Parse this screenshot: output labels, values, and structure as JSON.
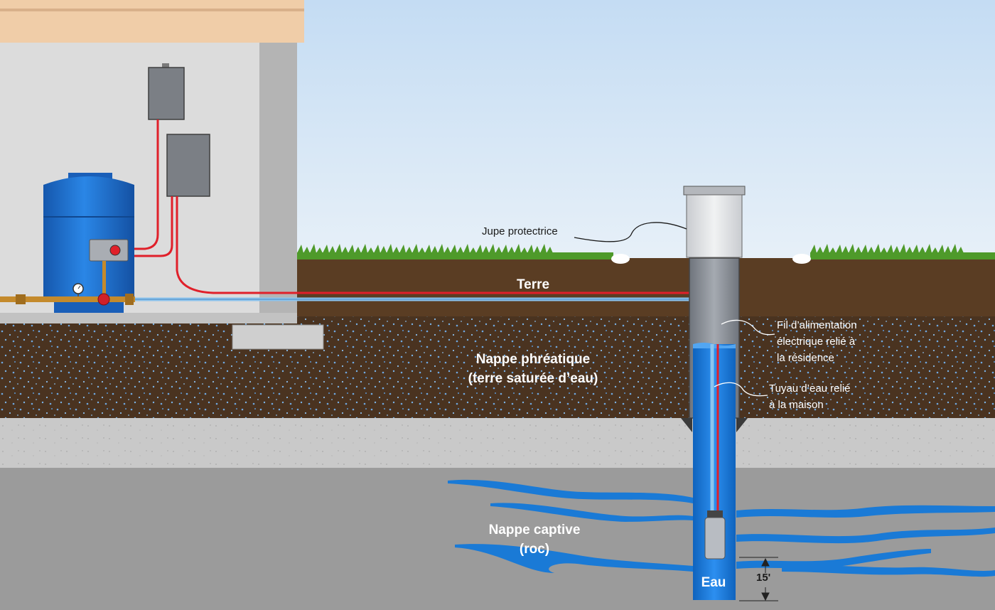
{
  "labels": {
    "jupe": "Jupe protectrice",
    "terre": "Terre",
    "nappe_phreatique": [
      "Nappe phréatique",
      "(terre saturée d’eau)"
    ],
    "fil": [
      "Fil d’alimentation",
      "électrique relié à",
      "la résidence"
    ],
    "tuyau": [
      "Tuyau d’eau relié",
      "à la maison"
    ],
    "nappe_captive": [
      "Nappe captive",
      "(roc)"
    ],
    "eau": "Eau",
    "depth": "15'"
  },
  "colors": {
    "sky": "#cfe3f5",
    "house_wall": "#dcdcdc",
    "roof": "#f0cda8",
    "soil": "#5a3d23",
    "saturated_soil": "#4a3320",
    "water_speck": "#6fa8e0",
    "rock_band": "#c9c9c9",
    "bedrock": "#9b9b9b",
    "well_water": "#1a7ad6",
    "tank": "#1f6fd0",
    "electric_wire": "#e0202a",
    "water_pipe": "#8cc4ee",
    "grass": "#4e9a2a"
  },
  "icons": {
    "pressure_tank": "pressure-tank-icon",
    "pressure_gauge": "gauge-icon",
    "valve": "valve-icon",
    "submersible_pump": "pump-icon",
    "electrical_box": "electrical-box-icon"
  }
}
